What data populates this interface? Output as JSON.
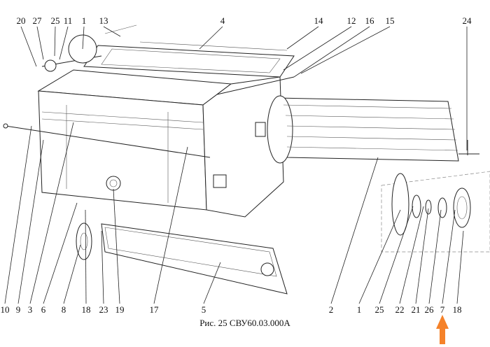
{
  "figure": {
    "caption": "Рис. 25 СВУ60.03.000А",
    "callouts_top": [
      "20",
      "27",
      "25",
      "11",
      "1",
      "13",
      "4",
      "14",
      "12",
      "16",
      "15",
      "24"
    ],
    "callouts_bottom": [
      "10",
      "9",
      "3",
      "6",
      "8",
      "18",
      "23",
      "19",
      "17",
      "5",
      "2",
      "1",
      "25",
      "22",
      "21",
      "26",
      "7",
      "18"
    ],
    "highlight_arrow_color": "#f5822a",
    "highlighted_callout": "7"
  }
}
